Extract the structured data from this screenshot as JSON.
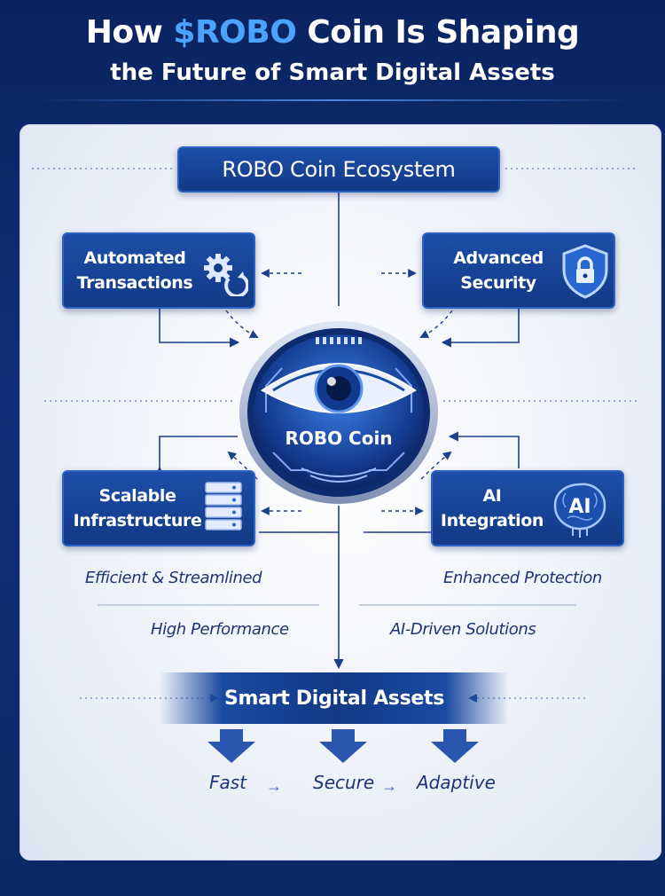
{
  "header": {
    "title_part1": "How ",
    "title_accent": "$ROBO",
    "title_part2": " Coin Is Shaping",
    "subtitle": "the Future of Smart Digital Assets"
  },
  "diagram": {
    "ecosystem_label": "ROBO Coin Ecosystem",
    "center_label": "ROBO Coin",
    "features": [
      {
        "line1": "Automated",
        "line2": "Transactions",
        "icon": "gears-icon"
      },
      {
        "line1": "Advanced",
        "line2": "Security",
        "icon": "shield-lock-icon"
      },
      {
        "line1": "Scalable",
        "line2": "Infrastructure",
        "icon": "server-stack-icon"
      },
      {
        "line1": "AI",
        "line2": "Integration",
        "icon": "ai-brain-icon"
      }
    ],
    "captions": [
      "Efficient & Streamlined",
      "Enhanced Protection",
      "High Performance",
      "AI-Driven Solutions"
    ],
    "output_label": "Smart Digital Assets",
    "traits": [
      "Fast",
      "Secure",
      "Adaptive"
    ]
  },
  "colors": {
    "background": "#0f2f78",
    "accent": "#4aa3ff",
    "box": "#123a86",
    "text_dark": "#1c3574"
  }
}
